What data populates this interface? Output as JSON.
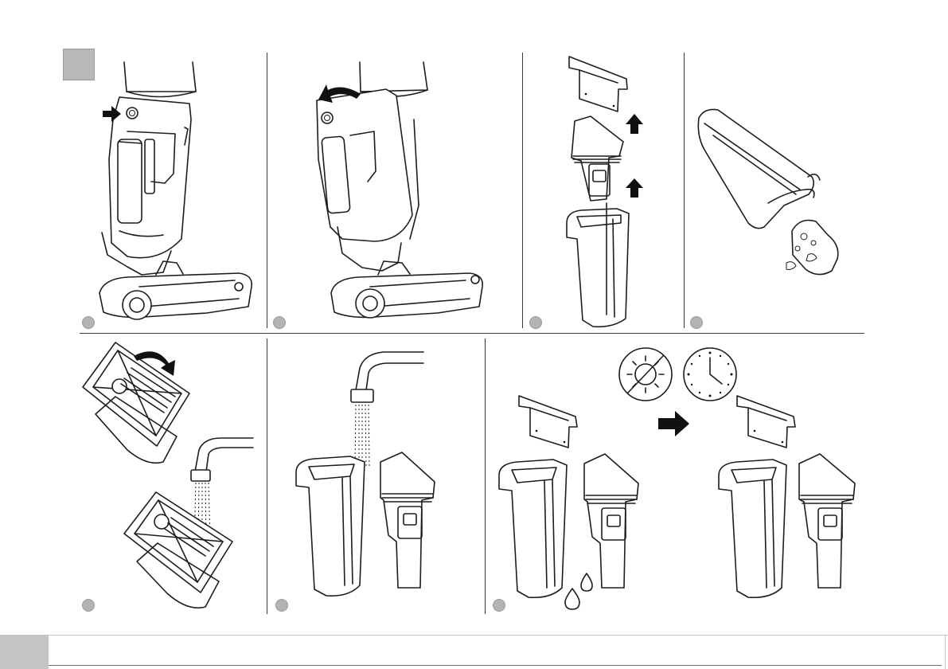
{
  "page": {
    "section_marker": "",
    "background": "#ffffff",
    "marker_color": "#b8b8b8"
  },
  "steps": [
    {
      "number": "",
      "icon": "unlock-button-arrow"
    },
    {
      "number": "",
      "icon": "lift-handle-arrow"
    },
    {
      "number": "",
      "icon": "remove-filter-up-arrows"
    },
    {
      "number": "",
      "icon": "empty-tank"
    },
    {
      "number": "",
      "icon": "remove-filter-sponge"
    },
    {
      "number": "",
      "icon": "rinse-tank-water"
    },
    {
      "number": "",
      "icon": "dry-no-sun-wait"
    }
  ],
  "icons": {
    "no_sun": "no-sun-icon",
    "clock": "clock-icon",
    "next": "right-arrow-icon",
    "drops": "water-drops-icon"
  },
  "footer": {
    "page_label": ""
  }
}
